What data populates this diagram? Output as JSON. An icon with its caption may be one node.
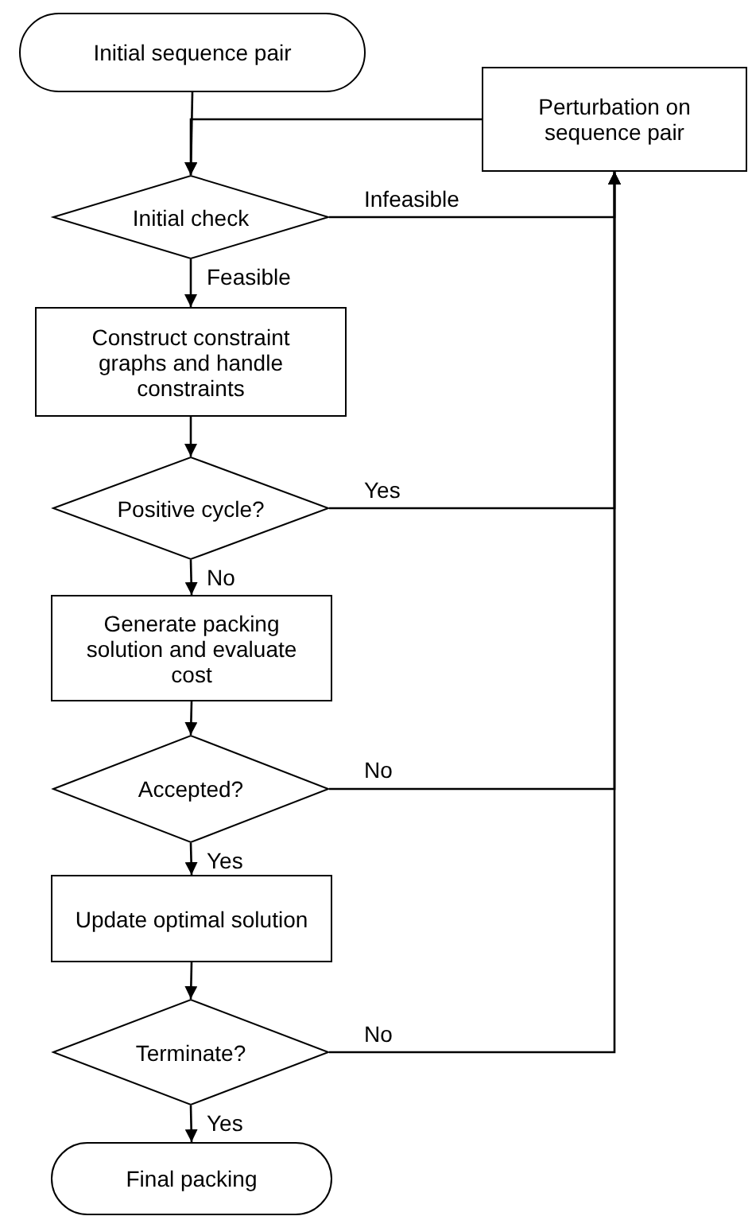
{
  "diagram": {
    "nodes": [
      {
        "text": [
          "Initial sequence pair"
        ]
      },
      {
        "text": [
          "Perturbation on sequence pair"
        ]
      },
      {
        "text": [
          "Initial check"
        ]
      },
      {
        "text": [
          "Construct constraint graphs and handle constraints"
        ]
      },
      {
        "text": [
          "Positive cycle?"
        ]
      },
      {
        "text": [
          "Generate packing solution and evaluate cost"
        ]
      },
      {
        "text": [
          "Accepted?"
        ]
      },
      {
        "text": [
          "Update optimal solution"
        ]
      },
      {
        "text": [
          "Terminate?"
        ]
      },
      {
        "text": [
          "Final packing"
        ]
      }
    ],
    "edges": [
      {
        "from": 0,
        "to": 2,
        "arrow": "to"
      },
      {
        "from": 1,
        "to": 2,
        "arrow": "to"
      },
      {
        "from": 2,
        "to": 3,
        "label": "Feasible",
        "arrow": "to"
      },
      {
        "from": 2,
        "to": 1,
        "label": "Infeasible",
        "arrow": "to"
      },
      {
        "from": 3,
        "to": 4,
        "arrow": "to"
      },
      {
        "from": 4,
        "to": 5,
        "label": "No",
        "arrow": "to"
      },
      {
        "from": 4,
        "to": 1,
        "label": "Yes",
        "arrow": "to"
      },
      {
        "from": 5,
        "to": 6,
        "arrow": "to"
      },
      {
        "from": 6,
        "to": 7,
        "label": "Yes",
        "arrow": "to"
      },
      {
        "from": 6,
        "to": 1,
        "label": "No",
        "arrow": "to"
      },
      {
        "from": 7,
        "to": 8,
        "arrow": "to"
      },
      {
        "from": 8,
        "to": 9,
        "label": "Yes",
        "arrow": "to"
      },
      {
        "from": 8,
        "to": 1,
        "label": "No",
        "arrow": "to"
      }
    ]
  }
}
